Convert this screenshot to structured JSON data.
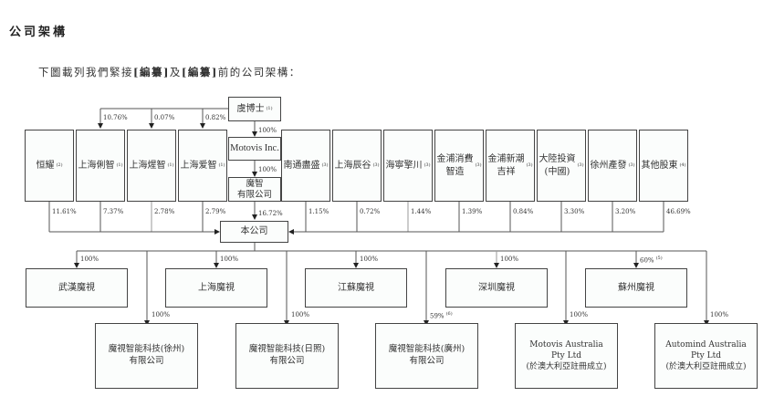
{
  "section_title": "公司架構",
  "intro": {
    "prefix": "下圖載列我們緊接",
    "redacted1": "[編纂]",
    "mid": "及",
    "redacted2": "[編纂]",
    "suffix": "前的公司架構："
  },
  "founder": {
    "name": "虞博士",
    "note": "(1)"
  },
  "motovis_inc": {
    "name": "Motovis Inc.",
    "pct_from_founder": "100%"
  },
  "mozhi": {
    "name": "魔智\n有限公司",
    "pct_from_motovis": "100%",
    "pct_to_company": "16.72%"
  },
  "founder_holdings": [
    {
      "target": "上海俐智",
      "pct": "10.76%"
    },
    {
      "target": "上海煋智",
      "pct": "0.07%"
    },
    {
      "target": "上海爱智",
      "pct": "0.82%"
    }
  ],
  "shareholders_left": [
    {
      "name": "恒耀",
      "note": "(2)",
      "pct": "11.61%"
    },
    {
      "name": "上海俐智",
      "note": "(1)",
      "pct": "7.37%"
    },
    {
      "name": "上海煋智",
      "note": "(1)",
      "pct": "2.78%"
    },
    {
      "name": "上海爱智",
      "note": "(1)",
      "pct": "2.79%"
    }
  ],
  "shareholders_right": [
    {
      "name": "南通盡盛",
      "note": "(3)",
      "pct": "1.15%"
    },
    {
      "name": "上海辰谷",
      "note": "(3)",
      "pct": "0.72%"
    },
    {
      "name": "海寧擎川",
      "note": "(3)",
      "pct": "1.44%"
    },
    {
      "name": "金浦消費\n智造",
      "note": "(3)",
      "pct": "1.39%"
    },
    {
      "name": "金浦新潮\n吉祥",
      "note": "(3)",
      "pct": "0.84%"
    },
    {
      "name": "大陸投資\n(中國)",
      "note": "(3)",
      "pct": "3.30%"
    },
    {
      "name": "徐州產發",
      "note": "(3)",
      "pct": "3.20%"
    },
    {
      "name": "其他股東",
      "note": "(4)",
      "pct": "46.69%"
    }
  ],
  "company": {
    "name": "本公司"
  },
  "subsidiaries_row1": [
    {
      "name": "武漢魔視",
      "pct": "100%",
      "note": ""
    },
    {
      "name": "上海魔視",
      "pct": "100%",
      "note": ""
    },
    {
      "name": "江蘇魔視",
      "pct": "100%",
      "note": ""
    },
    {
      "name": "深圳魔視",
      "pct": "100%",
      "note": ""
    },
    {
      "name": "蘇州魔視",
      "pct": "60%",
      "note": "(5)"
    }
  ],
  "subsidiaries_row2": [
    {
      "name": "魔視智能科技(徐州)\n有限公司",
      "pct": "100%",
      "note": ""
    },
    {
      "name": "魔視智能科技(日照)\n有限公司",
      "pct": "100%",
      "note": ""
    },
    {
      "name": "魔視智能科技(廣州)\n有限公司",
      "pct": "59%",
      "note": "(6)"
    },
    {
      "name": "Motovis Australia\nPty Ltd\n(於澳大利亞註冊成立)",
      "pct": "100%",
      "note": ""
    },
    {
      "name": "Automind Australia\nPty Ltd\n(於澳大利亞註冊成立)",
      "pct": "100%",
      "note": ""
    }
  ]
}
